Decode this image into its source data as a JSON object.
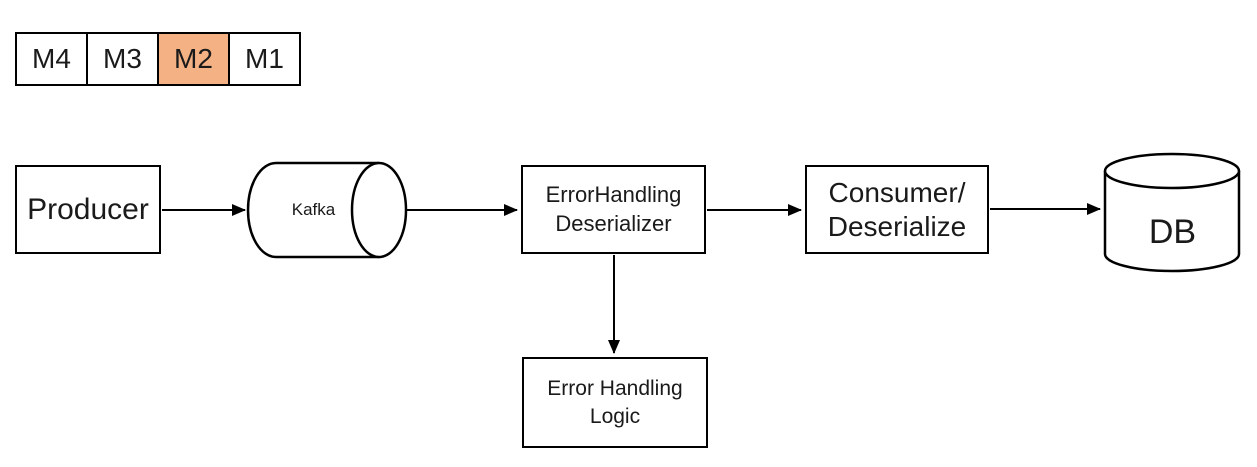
{
  "colors": {
    "stroke": "#000000",
    "text": "#1a1a1a",
    "highlight_fill": "#F4B183",
    "background": "#FFFFFF"
  },
  "queue": {
    "cells": [
      {
        "label": "M4",
        "highlighted": false
      },
      {
        "label": "M3",
        "highlighted": false
      },
      {
        "label": "M2",
        "highlighted": true
      },
      {
        "label": "M1",
        "highlighted": false
      }
    ]
  },
  "nodes": {
    "producer": {
      "label": "Producer",
      "shape": "rectangle"
    },
    "kafka": {
      "label": "Kafka",
      "shape": "horizontal-cylinder"
    },
    "error_handling_deserializer": {
      "line1": "ErrorHandling",
      "line2": "Deserializer",
      "shape": "rectangle"
    },
    "consumer": {
      "line1": "Consumer/",
      "line2": "Deserialize",
      "shape": "rectangle"
    },
    "db": {
      "label": "DB",
      "shape": "database-cylinder"
    },
    "error_handling_logic": {
      "line1": "Error Handling",
      "line2": "Logic",
      "shape": "rectangle"
    }
  },
  "edges": [
    {
      "from": "producer",
      "to": "kafka"
    },
    {
      "from": "kafka",
      "to": "error_handling_deserializer"
    },
    {
      "from": "error_handling_deserializer",
      "to": "consumer"
    },
    {
      "from": "consumer",
      "to": "db"
    },
    {
      "from": "error_handling_deserializer",
      "to": "error_handling_logic"
    }
  ]
}
